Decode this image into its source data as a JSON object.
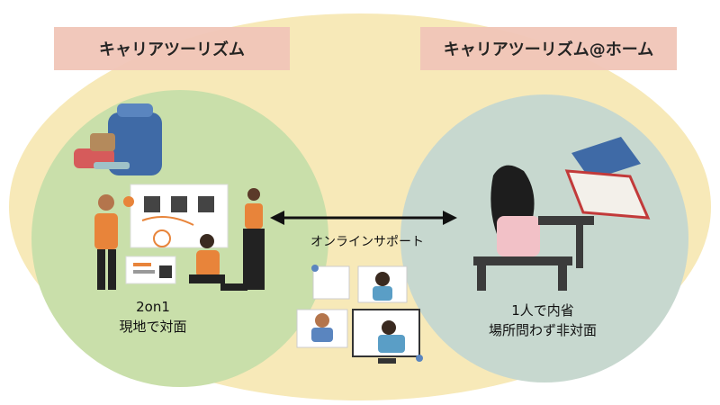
{
  "labels": {
    "left_title": "キャリアツーリズム",
    "right_title": "キャリアツーリズム@ホーム",
    "arrow_label": "オンラインサポート"
  },
  "left_caption": {
    "line1": "2on1",
    "line2": "現地で対面"
  },
  "right_caption": {
    "line1": "1人で内省",
    "line2": "場所問わず非対面"
  },
  "colors": {
    "outer_ellipse": "#f7e9b8",
    "left_circle": "#c9dfaa",
    "right_circle": "#c7d8cf",
    "label_box": "#f1c6b8",
    "accent_orange": "#e8843a",
    "arrow": "#111111"
  }
}
